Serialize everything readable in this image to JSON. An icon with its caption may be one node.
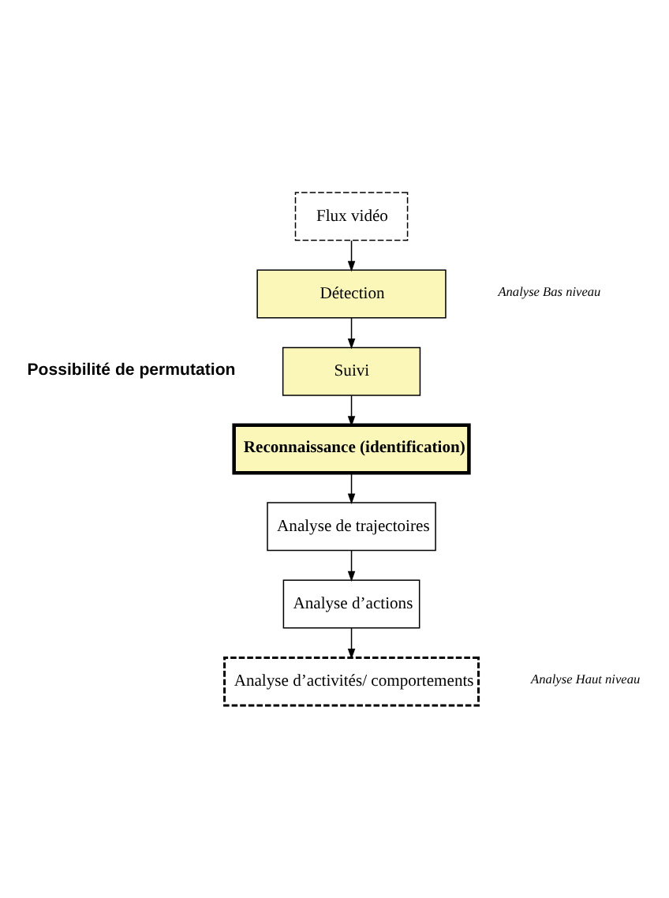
{
  "diagram": {
    "nodes": [
      {
        "text": [
          "Flux vidéo"
        ]
      },
      {
        "text": [
          "Détection"
        ]
      },
      {
        "text": [
          "Suivi"
        ]
      },
      {
        "text": [
          "Reconnaissance (identification)"
        ]
      },
      {
        "text": [
          "Analyse de trajectoires"
        ]
      },
      {
        "text": [
          "Analyse d’actions"
        ]
      },
      {
        "text": [
          "Analyse d’activités/ comportements"
        ]
      }
    ],
    "edges": [
      {
        "from": 0,
        "to": 1,
        "arrow": "to"
      },
      {
        "from": 1,
        "to": 2,
        "arrow": "to"
      },
      {
        "from": 2,
        "to": 3,
        "arrow": "to"
      },
      {
        "from": 3,
        "to": 4,
        "arrow": "to"
      },
      {
        "from": 4,
        "to": 5,
        "arrow": "to"
      },
      {
        "from": 5,
        "to": 6,
        "arrow": "to"
      }
    ],
    "labels": [
      "Analyse Bas niveau",
      "Possibilité de permutation",
      "Analyse Haut niveau"
    ]
  }
}
